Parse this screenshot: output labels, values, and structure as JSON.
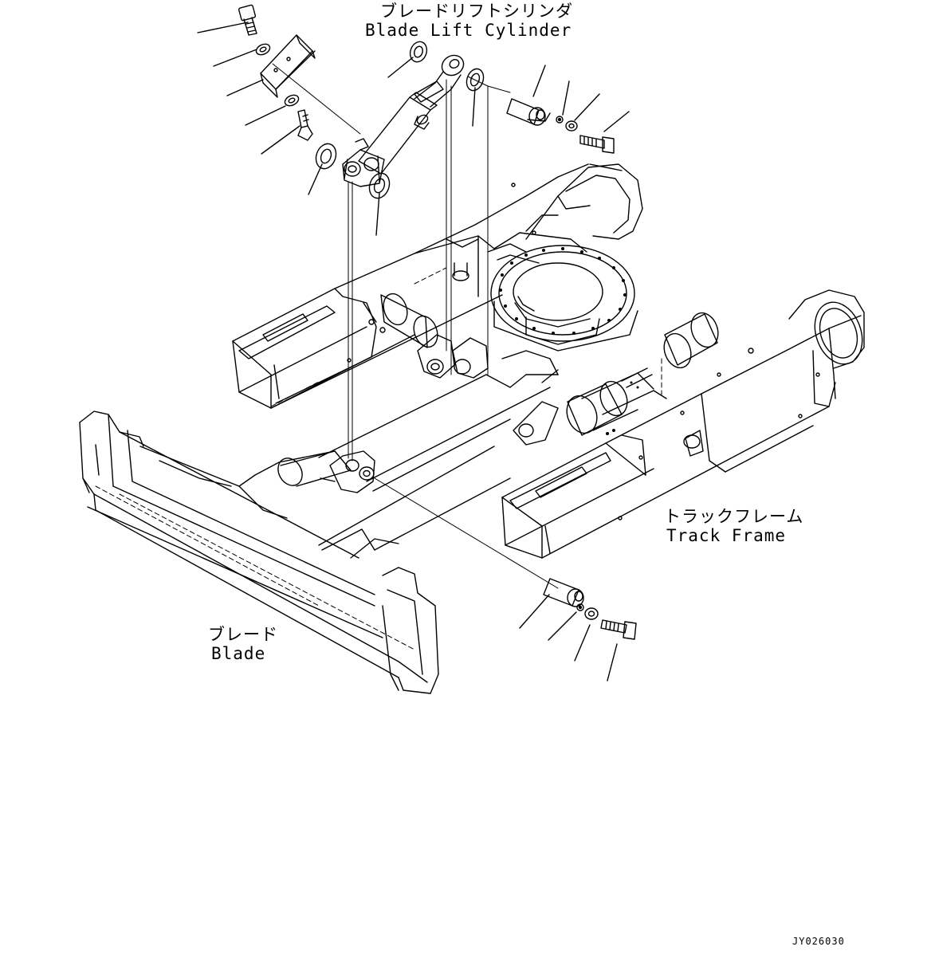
{
  "labels": {
    "cylinder_jp": "ブレードリフトシリンダ",
    "cylinder_en": "Blade Lift Cylinder",
    "frame_jp": "トラックフレーム",
    "frame_en": "Track Frame",
    "blade_jp": "ブレード",
    "blade_en": "Blade",
    "drawing_code": "JY026030"
  },
  "colors": {
    "line": "#000000",
    "background": "#ffffff"
  }
}
